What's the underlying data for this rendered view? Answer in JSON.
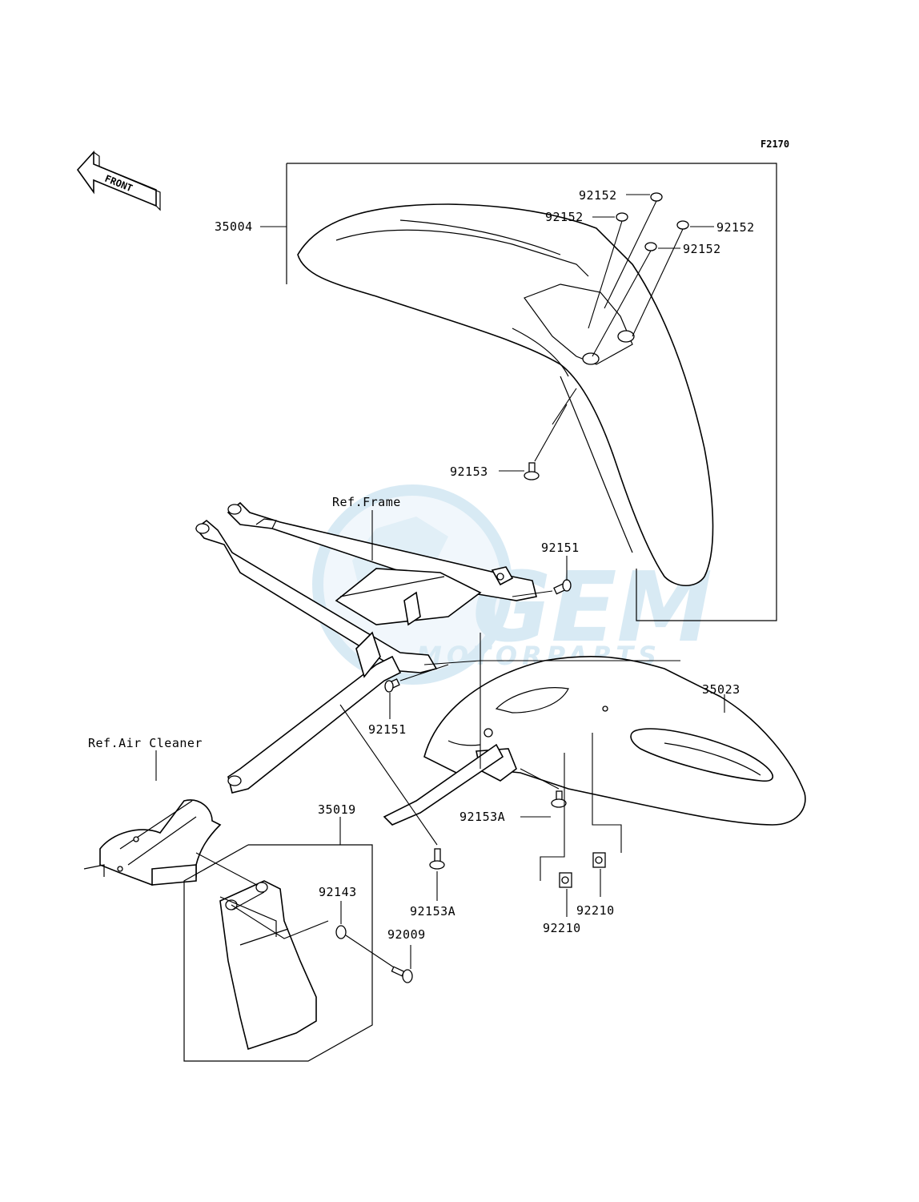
{
  "figure_code": "F2170",
  "front_indicator": "FRONT",
  "watermark": {
    "brand": "GEM",
    "subtitle": "MOTORPARTS",
    "color": "#b9d9ec"
  },
  "references": {
    "frame": "Ref.Frame",
    "air_cleaner": "Ref.Air Cleaner"
  },
  "parts": {
    "front_fender": "35004",
    "rear_fender": "35023",
    "mud_flap": "35019",
    "washer_a": "92152",
    "washer_b": "92152",
    "washer_c": "92152",
    "washer_d": "92152",
    "front_bolt": "92153",
    "frame_bolt_upper": "92151",
    "frame_bolt_lower": "92151",
    "rear_bolt_a": "92153A",
    "rear_bolt_b": "92153A",
    "nut_a": "92210",
    "nut_b": "92210",
    "collar": "92143",
    "screw": "92009"
  }
}
